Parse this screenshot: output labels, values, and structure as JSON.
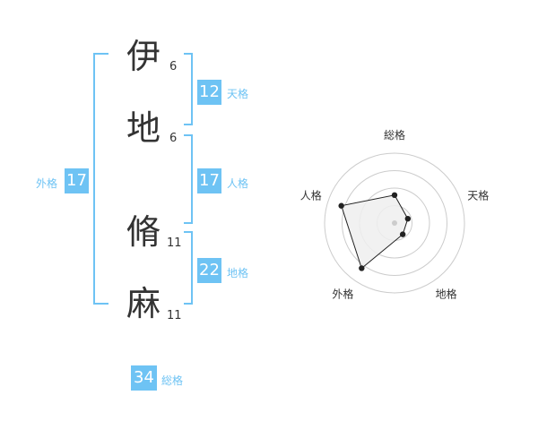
{
  "name": {
    "chars": [
      {
        "char": "伊",
        "strokes": "6"
      },
      {
        "char": "地",
        "strokes": "6"
      },
      {
        "char": "脩",
        "strokes": "11"
      },
      {
        "char": "麻",
        "strokes": "11"
      }
    ]
  },
  "kakusu": {
    "tenkaku": {
      "label": "天格",
      "value": "12"
    },
    "jinkaku": {
      "label": "人格",
      "value": "17"
    },
    "chikaku": {
      "label": "地格",
      "value": "22"
    },
    "gaikaku": {
      "label": "外格",
      "value": "17"
    },
    "soukaku": {
      "label": "総格",
      "value": "34"
    }
  },
  "chart_data": {
    "type": "radar",
    "axes": [
      "総格",
      "天格",
      "地格",
      "外格",
      "人格"
    ],
    "values": [
      2,
      1,
      1,
      4,
      4
    ],
    "max": 5,
    "rings": 4,
    "colors": {
      "fill": "#efefef",
      "line": "#222222",
      "grid": "#cccccc",
      "center": "#cccccc"
    }
  },
  "colors": {
    "accent": "#6ec3f4",
    "text": "#333333"
  }
}
